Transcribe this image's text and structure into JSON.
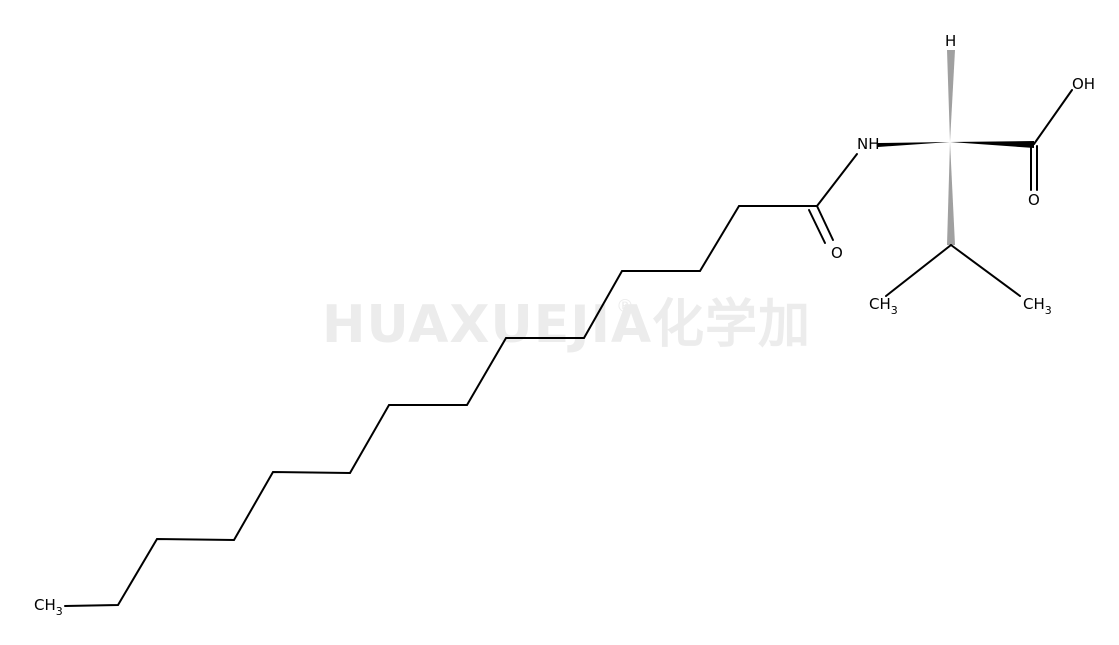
{
  "watermark": {
    "brand": "HUAXUEJIA",
    "registered_mark": "®",
    "chinese": "化学加"
  },
  "labels": {
    "h": "H",
    "oh": "OH",
    "nh": "NH",
    "o_amide": "O",
    "o_acid": "O",
    "ch3_left": "CH",
    "ch3_left_sub": "3",
    "ch3_right": "CH",
    "ch3_right_sub": "3",
    "ch3_chain": "CH",
    "ch3_chain_sub": "3"
  },
  "colors": {
    "bond": "#000000",
    "hash_bond": "#a0a0a0",
    "watermark": "#ececec"
  }
}
